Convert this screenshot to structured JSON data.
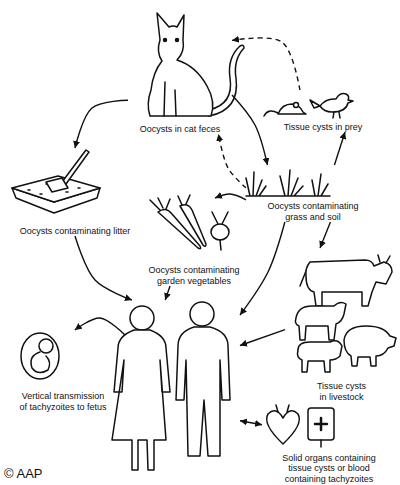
{
  "diagram": {
    "nodes": [
      {
        "text": [
          "Oocysts in cat feces"
        ]
      },
      {
        "text": [
          "Tissue cysts in prey"
        ]
      },
      {
        "text": [
          "Oocysts contaminating grass and soil"
        ]
      },
      {
        "text": [
          "Oocysts contaminating litter"
        ]
      },
      {
        "text": [
          "Oocysts contaminating garden vegetables"
        ]
      },
      {
        "text": [
          "Tissue cysts in livestock"
        ]
      },
      {
        "text": [
          "Vertical transmission of tachyzoites to fetus"
        ]
      },
      {
        "text": []
      },
      {
        "text": [
          "Solid organs containing tissue cysts or blood containing tachyzoites"
        ]
      }
    ],
    "edges": [
      {
        "from": 0,
        "to": 3,
        "arrow": "to"
      },
      {
        "from": 0,
        "to": 2,
        "arrow": "to"
      },
      {
        "from": 1,
        "to": 0,
        "arrow": "to"
      },
      {
        "from": 2,
        "to": 1,
        "arrow": "to"
      },
      {
        "from": 2,
        "to": 0,
        "arrow": "to"
      },
      {
        "from": 2,
        "to": 4,
        "arrow": "to"
      },
      {
        "from": 2,
        "to": 5,
        "arrow": "to"
      },
      {
        "from": 2,
        "to": 7,
        "arrow": "to"
      },
      {
        "from": 3,
        "to": 7,
        "arrow": "to"
      },
      {
        "from": 4,
        "to": 7,
        "arrow": "to"
      },
      {
        "from": 5,
        "to": 7,
        "arrow": "to"
      },
      {
        "from": 7,
        "to": 6,
        "arrow": "to"
      },
      {
        "from": 7,
        "to": 8,
        "arrow": "both"
      }
    ],
    "labels": [
      "© AAP"
    ]
  }
}
